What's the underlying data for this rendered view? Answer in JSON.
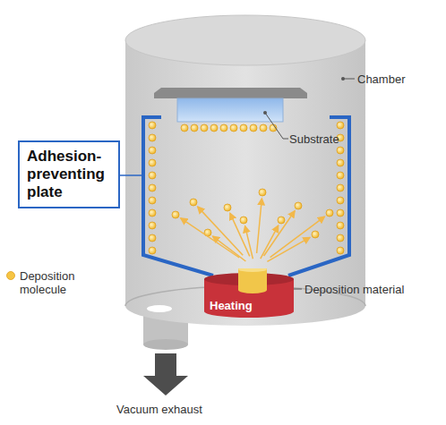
{
  "diagram": {
    "nodes": [
      {
        "text": [
          "Adhesion-preventing plate"
        ]
      },
      {
        "text": [
          "Heating"
        ]
      }
    ],
    "labels": [
      "Chamber",
      "Substrate",
      "Deposition material",
      "Vacuum exhaust"
    ],
    "legend": [
      {
        "text": "Deposition molecule",
        "color": "#f6c544"
      }
    ]
  }
}
